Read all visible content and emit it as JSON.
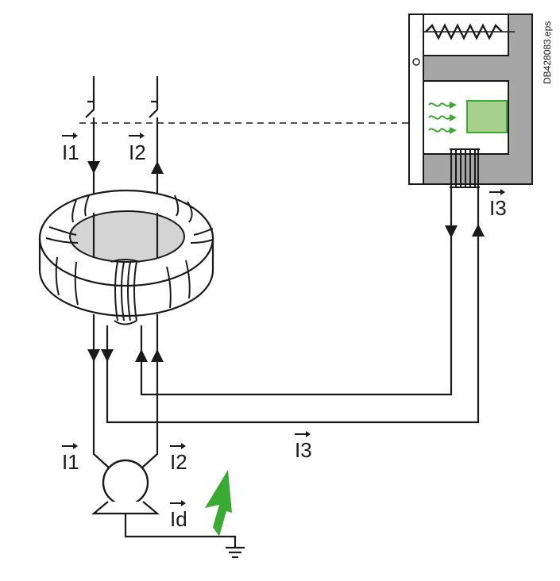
{
  "labels": {
    "i1_top": "I1",
    "i2_top": "I2",
    "i3_right": "I3",
    "i3_bottom": "I3",
    "i1_bottom": "I1",
    "i2_bottom": "I2",
    "id": "Id"
  },
  "reference": "DB428083.eps",
  "colors": {
    "line": "#1a1a1a",
    "relay_body": "#a6a6a6",
    "torus_hole": "#d4d4d4",
    "trip_green": "#3aaa35",
    "coil_fill": "#a8d08d"
  }
}
